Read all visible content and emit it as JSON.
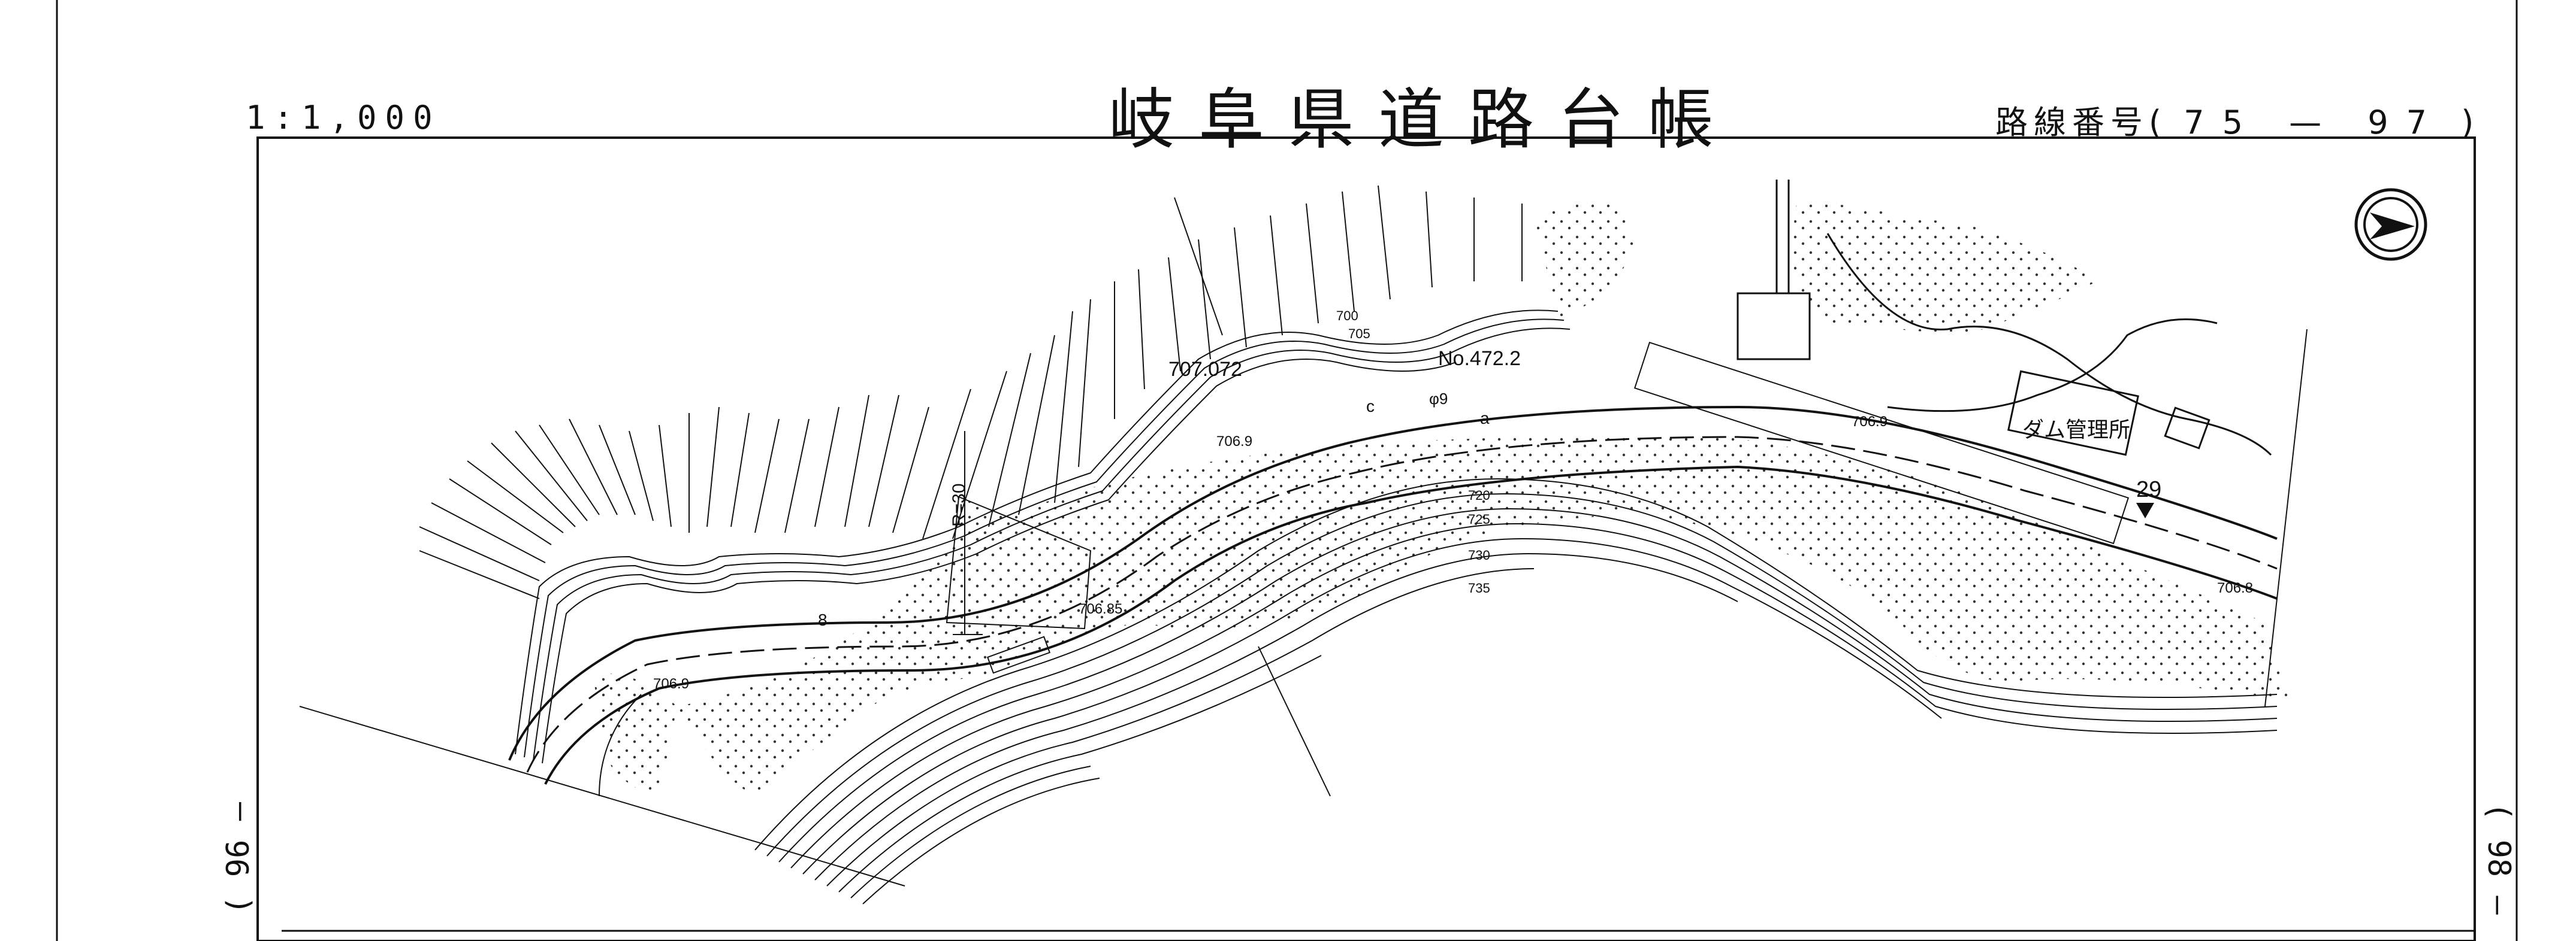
{
  "header": {
    "scale": "1:1,000",
    "title": "岐阜県道路台帳",
    "route_label": "路線番号(",
    "route_number": "75 — 97",
    "route_close": ")"
  },
  "sheet_refs": {
    "left": "( 96 —",
    "right": "( 98 —"
  },
  "map": {
    "labels": {
      "bench_elev": "707.072",
      "bench_no": "No.472.2",
      "radius": "R=30",
      "facility": "ダム管理所",
      "km_post": "29",
      "elev_1": "706.9",
      "elev_2": "706.9",
      "elev_3": "706.85",
      "elev_4": "706.9",
      "elev_5": "706.8",
      "contour_700": "700",
      "contour_705": "705",
      "contour_720": "720",
      "contour_725": "725",
      "contour_730": "730",
      "contour_735": "735",
      "line_a": "a",
      "line_c": "c",
      "line_8": "8",
      "phi9": "φ9"
    },
    "north_arrow_icon": "north-arrow-icon"
  }
}
